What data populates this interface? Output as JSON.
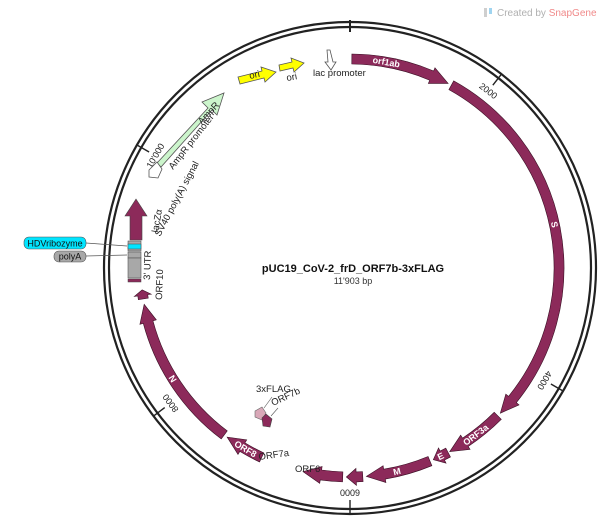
{
  "credit": {
    "prefix": "Created by",
    "brand": "SnapGene"
  },
  "plasmid": {
    "name": "pUC19_CoV-2_frD_ORF7b-3xFLAG",
    "length_label": "11'903 bp"
  },
  "ticks": [
    {
      "label": "2000",
      "deg": 38
    },
    {
      "label": "4000",
      "deg": 120
    },
    {
      "label": "6000",
      "deg": 180
    },
    {
      "label": "8000",
      "deg": 233
    },
    {
      "label": "10'000",
      "deg": 300
    }
  ],
  "colors": {
    "gene": "#8c2a5a",
    "ori": "#ffff00",
    "ampr": "#ccf5cc",
    "hdv": "#00e5ff",
    "grey": "#a8a8a8",
    "flag": "#d9a8b8",
    "backbone": "#222222"
  },
  "features": {
    "orf1ab": {
      "label": "orf1ab"
    },
    "s": {
      "label": "S"
    },
    "orf3a": {
      "label": "ORF3a"
    },
    "e": {
      "label": "E"
    },
    "m": {
      "label": "M"
    },
    "orf6": {
      "label": "ORF6"
    },
    "orf7a": {
      "label": "ORF7a"
    },
    "orf7b": {
      "label": "ORF7b"
    },
    "flag": {
      "label": "3xFLAG"
    },
    "orf8": {
      "label": "ORF8"
    },
    "n": {
      "label": "N"
    },
    "orf10": {
      "label": "ORF10"
    },
    "utr3": {
      "label": "3' UTR"
    },
    "hdv": {
      "label": "HDVribozyme"
    },
    "polya": {
      "label": "polyA"
    },
    "sv40": {
      "label": "SV40 poly(A) signal"
    },
    "lacza": {
      "label": "lacZα"
    },
    "ampr_prom": {
      "label": "AmpR promoter"
    },
    "ampr": {
      "label": "AmpR"
    },
    "ori1": {
      "label": "ori"
    },
    "ori2": {
      "label": "ori"
    },
    "lac_prom": {
      "label": "lac promoter"
    }
  }
}
